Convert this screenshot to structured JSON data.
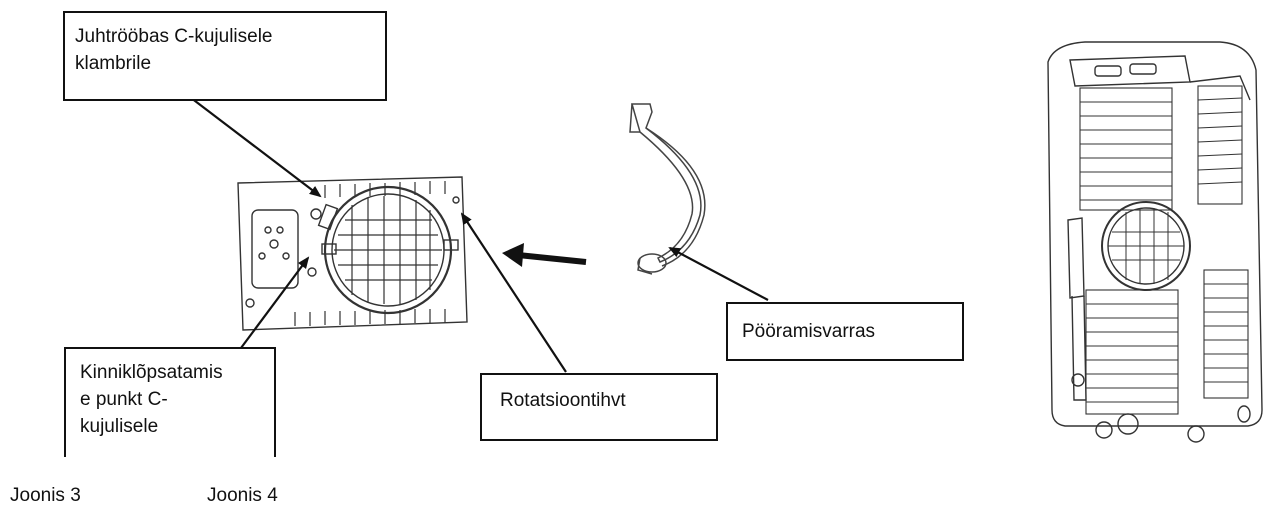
{
  "labels": {
    "guide_rail": "Juhtrööbas C-kujulisele\nklambrile",
    "rotation_arm": "Pööramisvarras",
    "rotation_pin": "Rotatsioontihvt",
    "snap_point": "Kinniklõpsatamis\ne punkt C-\nkujulisele"
  },
  "captions": {
    "figure_3": "Joonis 3",
    "figure_4": "Joonis 4"
  },
  "colors": {
    "line": "#111111",
    "paper": "#ffffff"
  }
}
